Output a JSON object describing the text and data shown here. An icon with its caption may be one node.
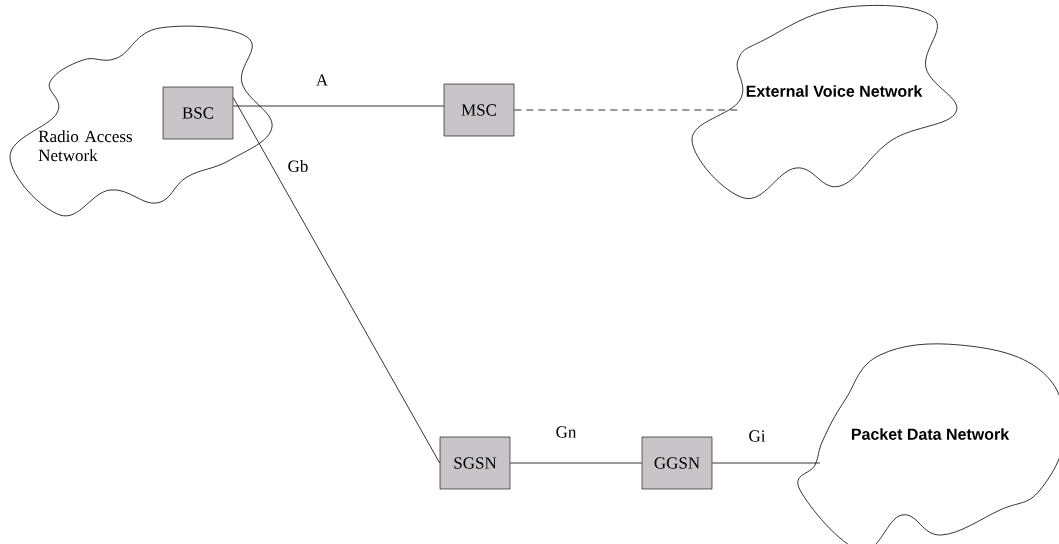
{
  "diagram": {
    "nodes": [
      {
        "text": [
          "Radio Access Network"
        ]
      },
      {
        "text": [
          "BSC"
        ],
        "in": 0
      },
      {
        "text": [
          "MSC"
        ]
      },
      {
        "text": [
          "External Voice Network"
        ]
      },
      {
        "text": [
          "SGSN"
        ]
      },
      {
        "text": [
          "GGSN"
        ]
      },
      {
        "text": [
          "Packet Data Network"
        ]
      }
    ],
    "edges": [
      {
        "from": 1,
        "to": 2,
        "arrow": "none",
        "label": "A"
      },
      {
        "from": 2,
        "to": 3,
        "arrow": "none",
        "style": "dashed"
      },
      {
        "from": 1,
        "to": 4,
        "arrow": "none",
        "label": "Gb"
      },
      {
        "from": 4,
        "to": 5,
        "arrow": "none",
        "label": "Gn"
      },
      {
        "from": 5,
        "to": 6,
        "arrow": "none",
        "label": "Gi"
      }
    ]
  }
}
